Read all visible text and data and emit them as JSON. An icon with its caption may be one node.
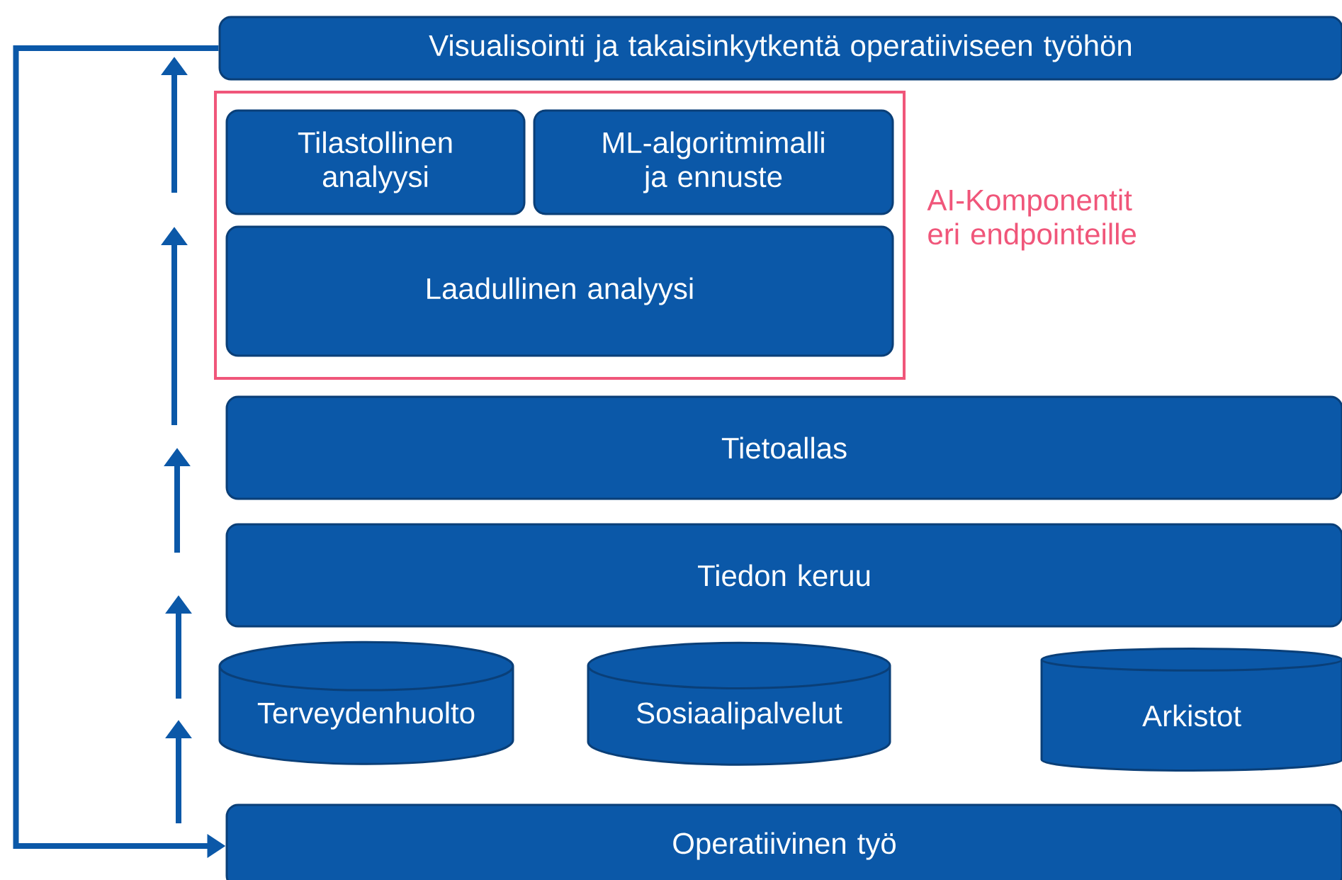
{
  "diagram": {
    "nodes": [
      {
        "text": [
          "Visualisointi ja takaisinkytkentä operatiiviseen työhön"
        ]
      },
      {
        "text": [
          "AI-Komponentit eri endpointeille"
        ]
      },
      {
        "text": [
          "Tilastollinen analyysi"
        ],
        "in": 1
      },
      {
        "text": [
          "ML-algoritmimalli ja ennuste"
        ],
        "in": 1
      },
      {
        "text": [
          "Laadullinen analyysi"
        ],
        "in": 1
      },
      {
        "text": [
          "Tietoallas"
        ]
      },
      {
        "text": [
          "Tiedon keruu"
        ]
      },
      {
        "text": [
          "Terveydenhuolto"
        ]
      },
      {
        "text": [
          "Sosiaalipalvelut"
        ]
      },
      {
        "text": [
          "Arkistot"
        ]
      },
      {
        "text": [
          "Operatiivinen työ"
        ]
      }
    ],
    "edges": [
      {
        "from": 0,
        "to": 10,
        "arrow": "to"
      }
    ]
  }
}
